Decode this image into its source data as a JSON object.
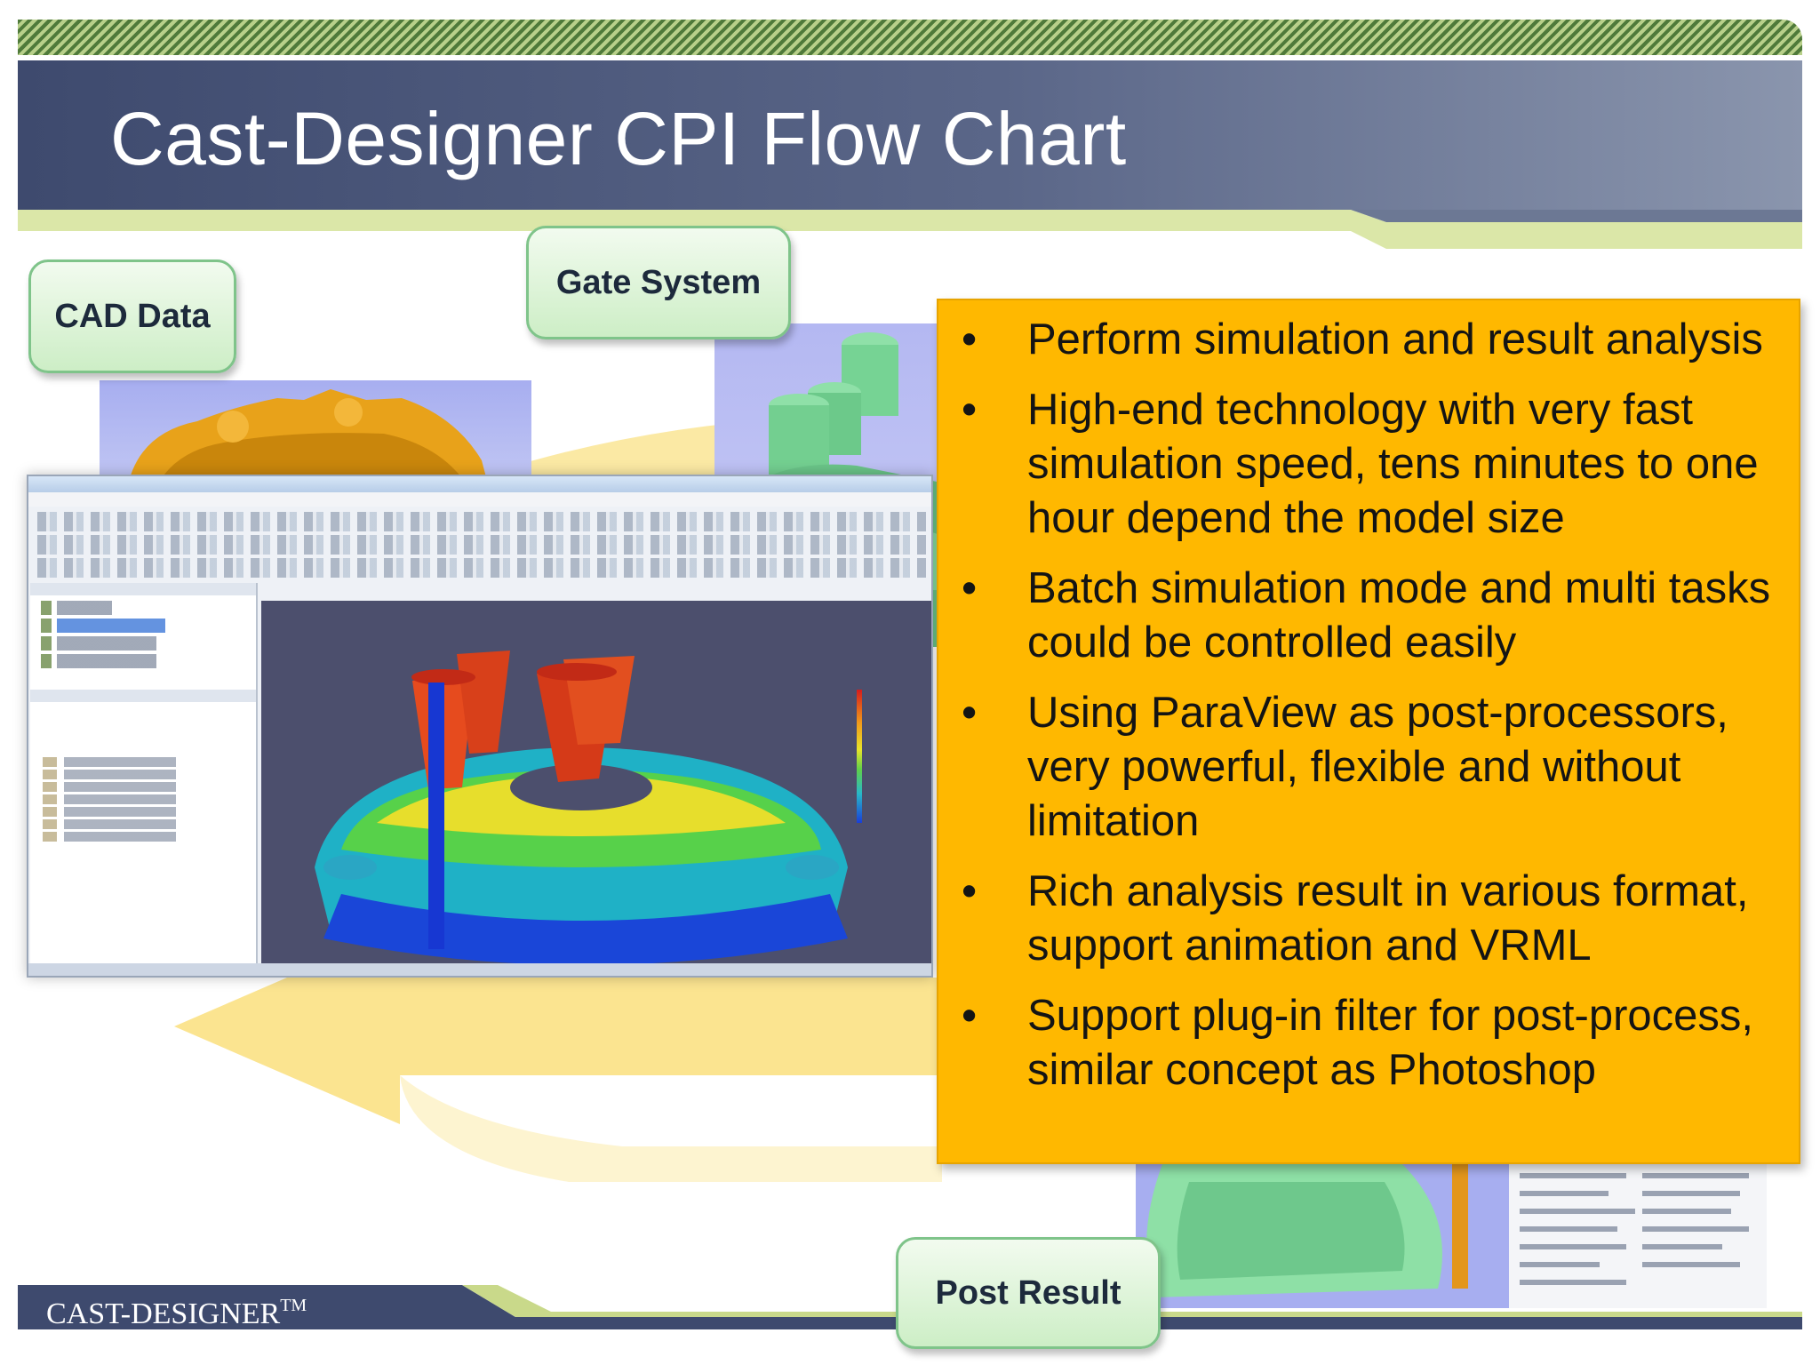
{
  "slide": {
    "title": "Cast-Designer CPI Flow Chart"
  },
  "stages": {
    "cad": "CAD Data",
    "gate": "Gate System",
    "post": "Post Result"
  },
  "bullets": [
    "Perform simulation and result analysis",
    "High-end technology with very fast simulation speed, tens minutes to one hour depend the model size",
    "Batch simulation mode and multi tasks could be controlled easily",
    "Using ParaView as post-processors, very powerful, flexible and without limitation",
    "Rich analysis result in various format, support animation and VRML",
    "Support plug-in filter for post-process, similar concept as Photoshop"
  ],
  "bullet_symbol": "•",
  "footer": {
    "logo_text": "CAST-DESIGNER",
    "logo_mark": "TM"
  },
  "colors": {
    "title_band": "#3e4a6e",
    "info_box": "#ffb800",
    "stage_fill": "#cdeec6",
    "arrow": "#fbe79a",
    "footer": "#3e4a6e"
  }
}
